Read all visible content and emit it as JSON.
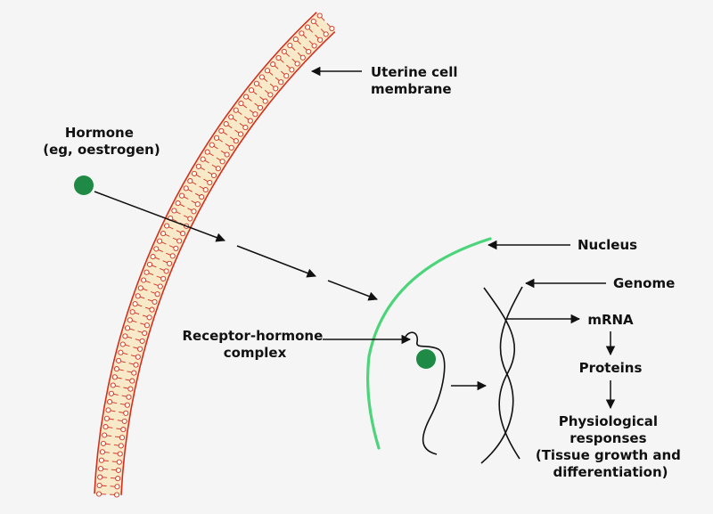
{
  "labels": {
    "hormone": [
      "Hormone",
      "(eg, oestrogen)"
    ],
    "membrane": [
      "Uterine cell",
      "membrane"
    ],
    "nucleus": "Nucleus",
    "genome": "Genome",
    "receptor": [
      "Receptor-hormone",
      "complex"
    ],
    "mrna": "mRNA",
    "proteins": "Proteins",
    "responses": [
      "Physiological",
      "responses",
      "(Tissue growth and",
      "differentiation)"
    ]
  },
  "colors": {
    "membrane": "#d32f1f",
    "membrane_fill": "#f8e9c8",
    "hormone": "#1e8a45",
    "nucleus": "#4cd47a",
    "ink": "#111111",
    "background": "#f5f5f5"
  }
}
